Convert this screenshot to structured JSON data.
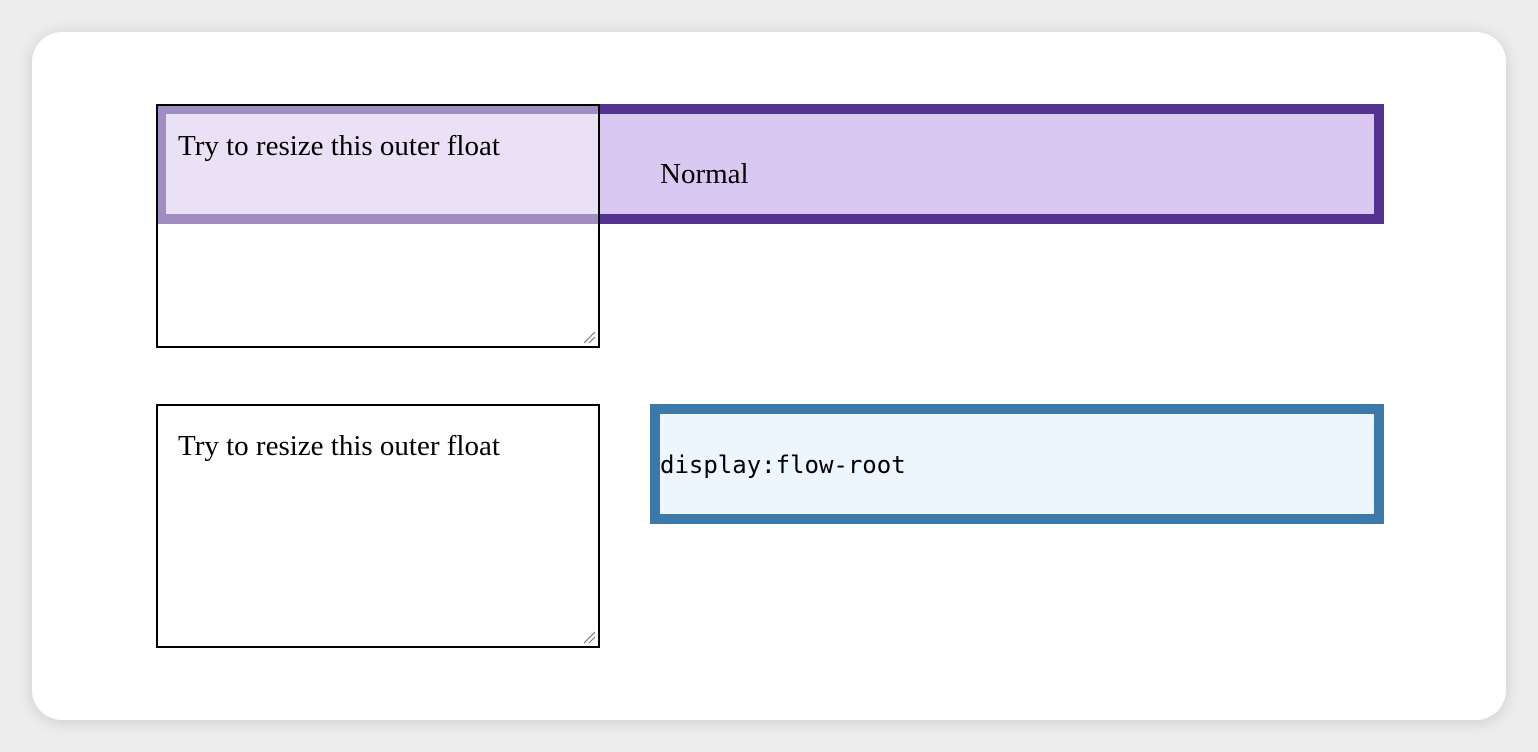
{
  "demos": [
    {
      "float_label": "Try to resize this outer float",
      "box_label": "Normal"
    },
    {
      "float_label": "Try to resize this outer float",
      "box_label": "display:flow-root"
    }
  ],
  "colors": {
    "normal_border": "#553190",
    "normal_fill": "#d9c8f1",
    "flowroot_border": "#3d79a8",
    "flowroot_fill": "#edf5fe",
    "float_border": "#000000"
  }
}
